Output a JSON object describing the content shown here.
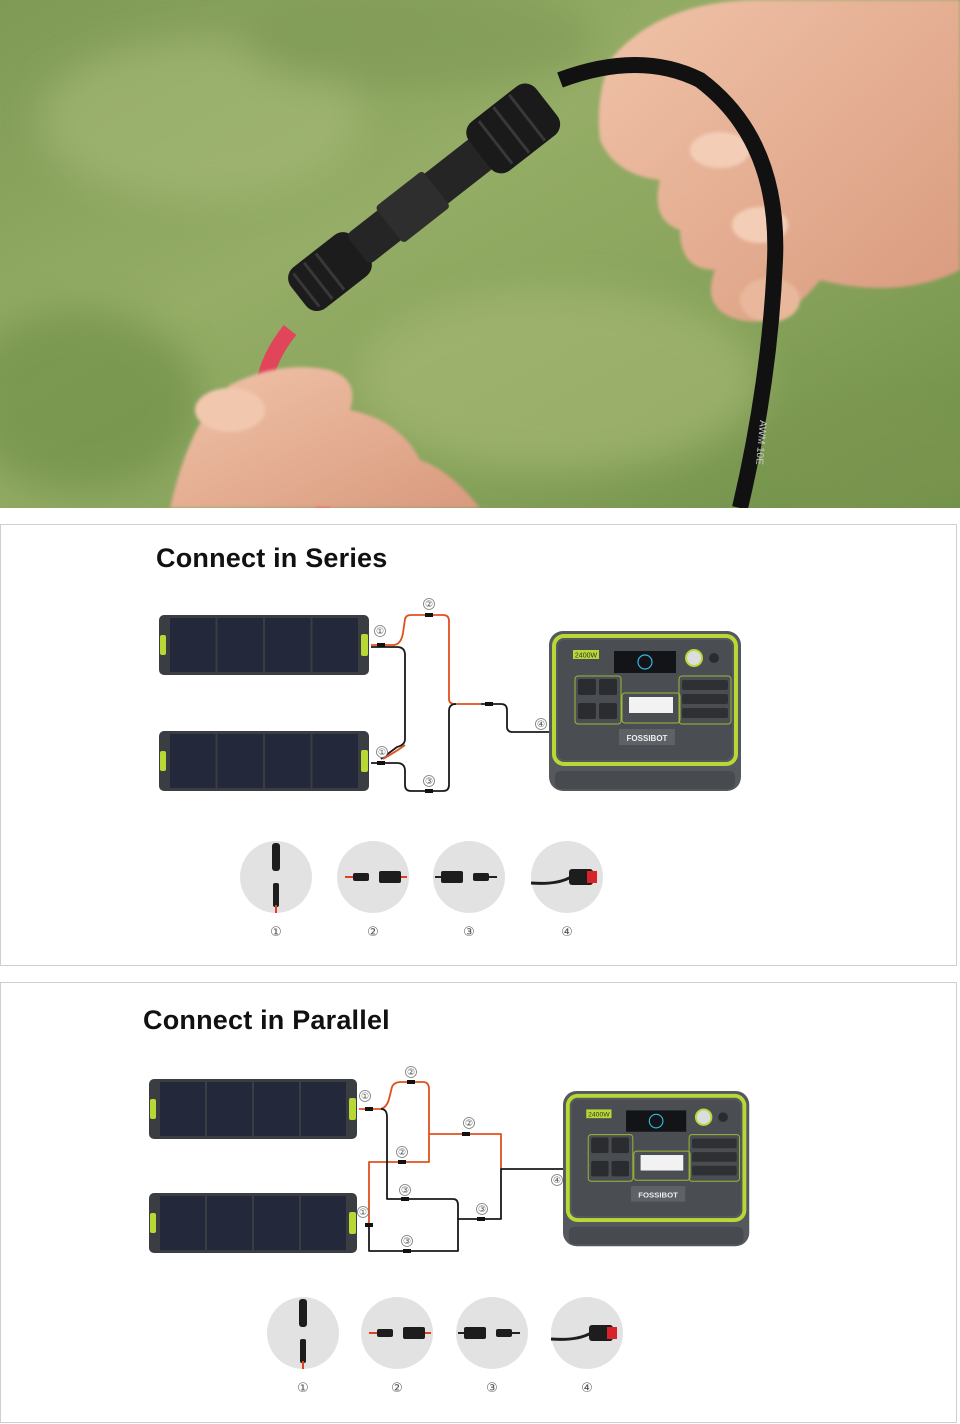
{
  "photo": {
    "cable_print": "AWM 10E"
  },
  "series": {
    "title": "Connect in Series",
    "wire_labels": [
      "①",
      "②",
      "①",
      "③",
      "④"
    ],
    "connector_labels": [
      "①",
      "②",
      "③",
      "④"
    ],
    "station": {
      "power_badge": "2400W",
      "brand": "FOSSIBOT"
    }
  },
  "parallel": {
    "title": "Connect in Parallel",
    "wire_labels": [
      "②",
      "①",
      "②",
      "②",
      "③",
      "①",
      "③",
      "③",
      "④"
    ],
    "connector_labels": [
      "①",
      "②",
      "③",
      "④"
    ],
    "station": {
      "power_badge": "2400W",
      "brand": "FOSSIBOT"
    }
  },
  "colors": {
    "accent": "#b8d935",
    "positive_wire": "#e0501e",
    "negative_wire": "#1a1a1a",
    "station_body": "#5b5f63"
  }
}
